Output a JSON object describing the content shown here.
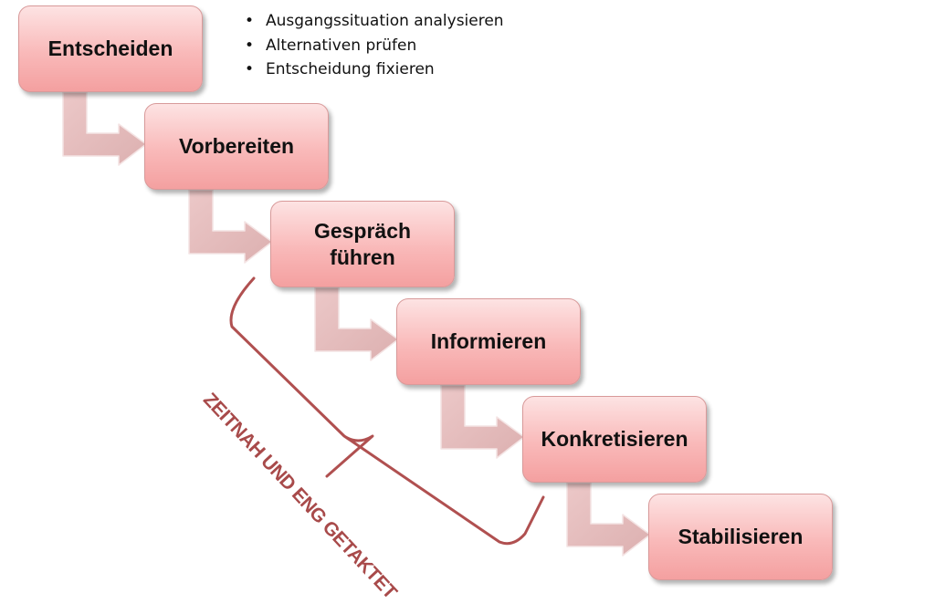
{
  "steps": [
    {
      "label": "Entscheiden"
    },
    {
      "label": "Vorbereiten"
    },
    {
      "label": "Gespräch\nführen"
    },
    {
      "label": "Informieren"
    },
    {
      "label": "Konkretisieren"
    },
    {
      "label": "Stabilisieren"
    }
  ],
  "bullets": [
    "Ausgangssituation analysieren",
    "Alternativen prüfen",
    "Entscheidung fixieren"
  ],
  "brace": {
    "label": "ZEITNAH UND ENG GETAKTET",
    "color": "#b05050"
  },
  "colors": {
    "box_top": "#fde3e3",
    "box_bottom": "#f4a0a0",
    "arrow": "#e4bdbd"
  }
}
